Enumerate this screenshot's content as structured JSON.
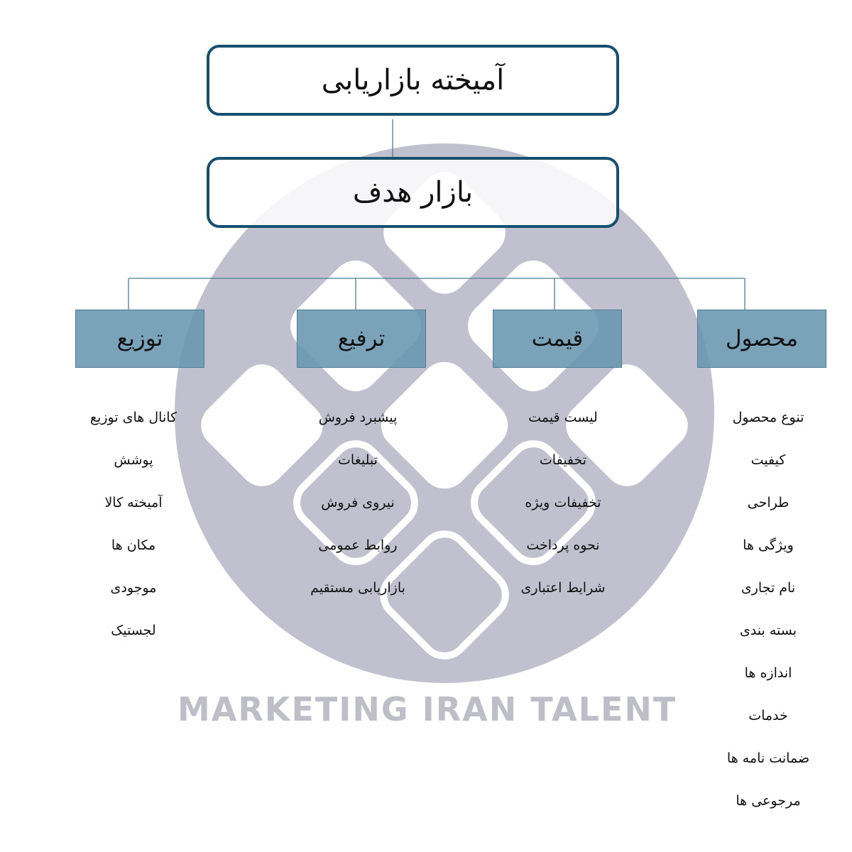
{
  "diagram": {
    "root": "آمیخته بازاریابی",
    "target": "بازار هدف",
    "columns": [
      {
        "title": "توزیع",
        "items": [
          "کانال های توزیع",
          "پوشش",
          "آمیخته کالا",
          "مکان ها",
          "موجودی",
          "لجستیک"
        ]
      },
      {
        "title": "ترفیع",
        "items": [
          "پیشبرد فروش",
          "تبلیغات",
          "نیروی فروش",
          "روابط عمومی",
          "بازاریابی مستقیم"
        ]
      },
      {
        "title": "قیمت",
        "items": [
          "لیست قیمت",
          "تخفیفات",
          "تخفیفات ویژه",
          "نحوه پرداخت",
          "شرایط اعتباری"
        ]
      },
      {
        "title": "محصول",
        "items": [
          "تنوع محصول",
          "کیفیت",
          "طراحی",
          "ویژگی ها",
          "نام تجاری",
          "بسته بندی",
          "اندازه ها",
          "خدمات",
          "ضمانت نامه ها",
          "مرجوعی ها"
        ]
      }
    ]
  },
  "watermark": {
    "text": "MARKETING IRAN TALENT"
  },
  "colors": {
    "box_border": "#17506e",
    "category_fill": "#6896b1",
    "connector": "#4e7d98",
    "watermark": "#bebec9"
  }
}
